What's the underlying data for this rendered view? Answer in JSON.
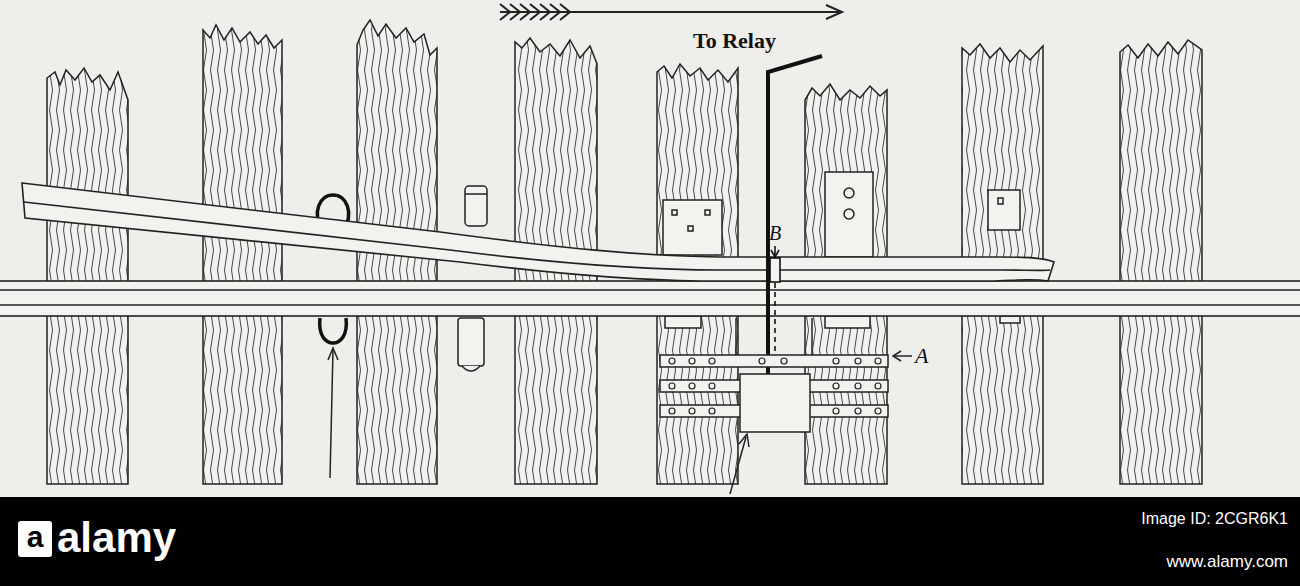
{
  "diagram": {
    "labels": [
      "To Relay",
      "B",
      "A",
      "a",
      "alamy",
      "Image ID: 2CGR6K1",
      "www.alamy.com"
    ]
  }
}
